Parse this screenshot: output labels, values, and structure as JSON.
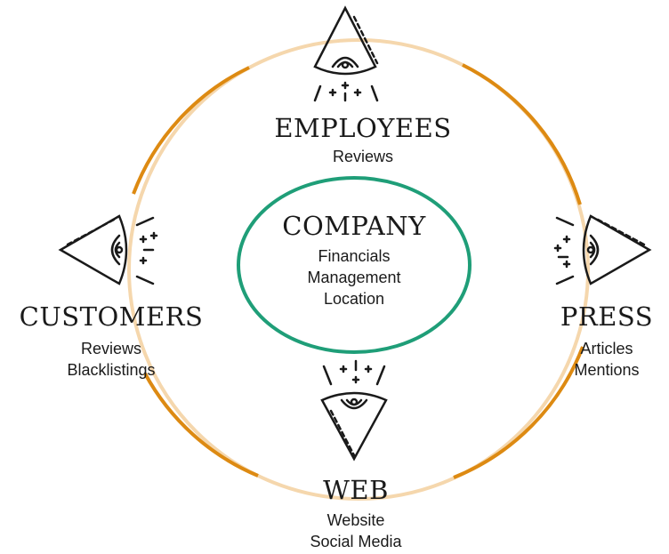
{
  "center": {
    "title": "COMPANY",
    "items": [
      "Financials",
      "Management",
      "Location"
    ]
  },
  "nodes": {
    "employees": {
      "title": "EMPLOYEES",
      "items": [
        "Reviews"
      ]
    },
    "customers": {
      "title": "CUSTOMERS",
      "items": [
        "Reviews",
        "Blacklistings"
      ]
    },
    "press": {
      "title": "PRESS",
      "items": [
        "Articles",
        "Mentions"
      ]
    },
    "web": {
      "title": "WEB",
      "items": [
        "Website",
        "Social Media"
      ]
    }
  },
  "colors": {
    "ring_light": "#f5d7ad",
    "ring_dark": "#dd8a12",
    "center_ring": "#1f9e78",
    "icon": "#1a1a1a"
  },
  "icons": {
    "employees": "eye-icon",
    "customers": "eye-icon",
    "press": "eye-icon",
    "web": "eye-icon"
  }
}
